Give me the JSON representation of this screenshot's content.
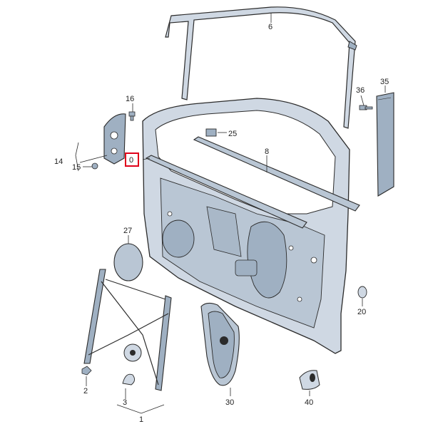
{
  "diagram": {
    "colors": {
      "part_fill": "#cfd8e3",
      "part_fill_dark": "#9fb0c2",
      "outline": "#2b2b2b",
      "highlight": "#e0001a"
    },
    "callouts": {
      "c0": "0",
      "c1": "1",
      "c2": "2",
      "c3": "3",
      "c6": "6",
      "c8": "8",
      "c14": "14",
      "c15": "15",
      "c16": "16",
      "c20": "20",
      "c25": "25",
      "c27": "27",
      "c30": "30",
      "c35": "35",
      "c36": "36",
      "c40": "40"
    }
  }
}
